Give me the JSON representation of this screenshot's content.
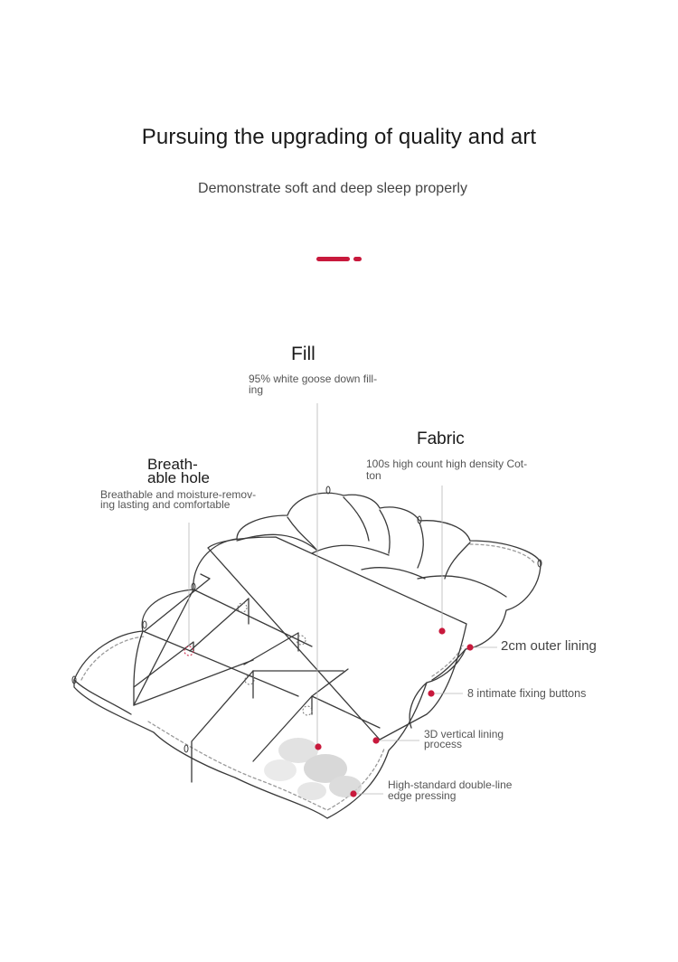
{
  "header": {
    "headline": "Pursuing the upgrading of quality and art",
    "subline": "Demonstrate soft and deep sleep properly"
  },
  "colors": {
    "accent": "#c8193c",
    "line": "#3a3a3a",
    "stitch": "#9a9a9a",
    "guide": "#b8b8b8"
  },
  "fill": {
    "title": "Fill",
    "desc_line1": "95% white goose down fill-",
    "desc_line2": "ing"
  },
  "fabric": {
    "title": "Fabric",
    "desc_line1": "100s high count high density Cot-",
    "desc_line2": "ton"
  },
  "breathable": {
    "title_line1": "Breath-",
    "title_line2": "able hole",
    "desc_line1": "Breathable and moisture-remov-",
    "desc_line2": "ing lasting and comfortable"
  },
  "callouts": {
    "outer_lining": "2cm outer lining",
    "fixing_buttons": "8 intimate fixing buttons",
    "vertical_line1": "3D vertical lining",
    "vertical_line2": "process",
    "edge_line1": "High-standard double-line",
    "edge_line2": "edge pressing"
  }
}
